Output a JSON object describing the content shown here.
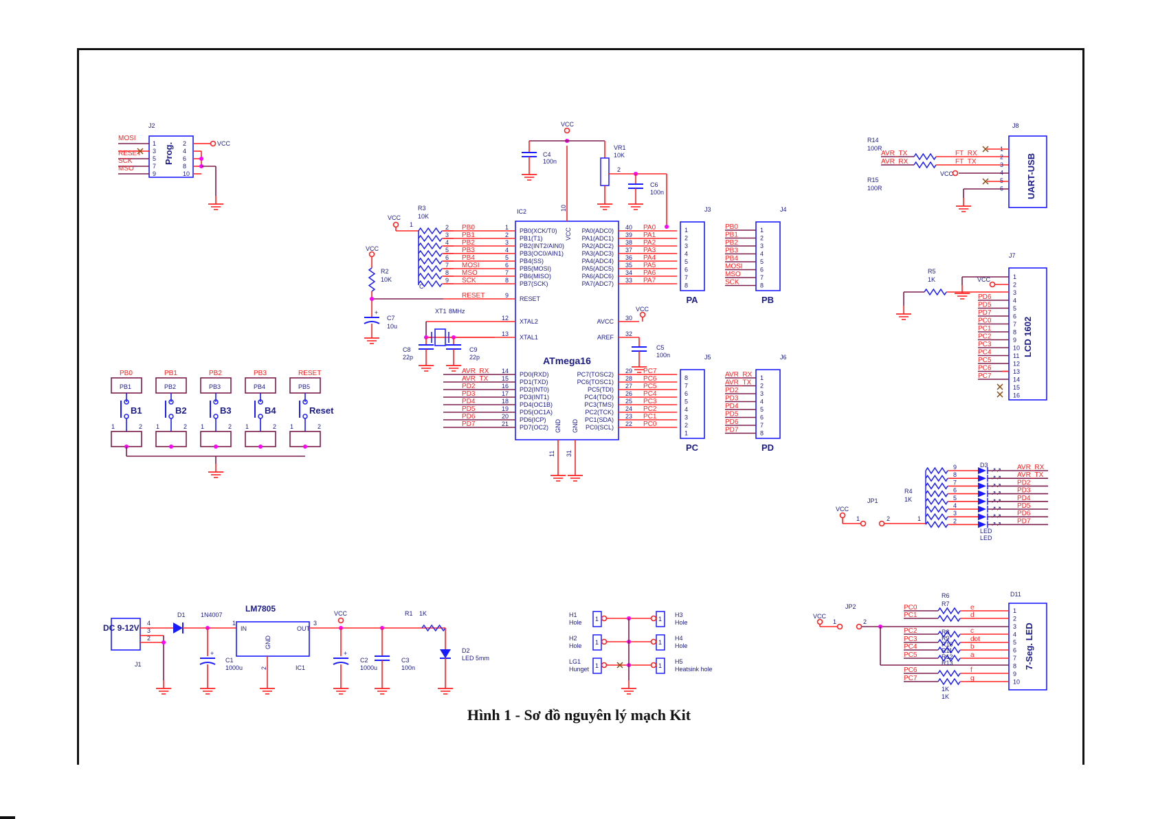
{
  "caption": "Hình 1 - Sơ đồ nguyên lý mạch Kit",
  "colors": {
    "wire": "#ff2020",
    "wire_dark": "#7a1a4a",
    "component": "#1a1aff",
    "label": "#1a1a8a",
    "junction": "#ff00ff",
    "frame": "#111111"
  },
  "prog": {
    "ref": "J2",
    "title": "Prog.",
    "left_pins": [
      "1",
      "3",
      "5",
      "7",
      "9"
    ],
    "right_pins": [
      "2",
      "4",
      "6",
      "8",
      "10"
    ],
    "left_nets": [
      "MOSI",
      "RESET",
      "SCK",
      "MSO"
    ],
    "vcc": "VCC"
  },
  "mcu": {
    "ref": "IC2",
    "title": "ATmega16",
    "vcc_pin": "10",
    "vcc_label": "VCC",
    "gnd_pins": [
      "11",
      "31"
    ],
    "gnd_label": "GND",
    "left": [
      {
        "pin": "1",
        "name": "PB0(XCK/T0)",
        "net": "PB0"
      },
      {
        "pin": "2",
        "name": "PB1(T1)",
        "net": "PB1"
      },
      {
        "pin": "3",
        "name": "PB2(INT2/AIN0)",
        "net": "PB2"
      },
      {
        "pin": "4",
        "name": "PB3(OC0/AIN1)",
        "net": "PB3"
      },
      {
        "pin": "5",
        "name": "PB4(SS)",
        "net": "PB4"
      },
      {
        "pin": "6",
        "name": "PB5(MOSI)",
        "net": "MOSI"
      },
      {
        "pin": "7",
        "name": "PB6(MISO)",
        "net": "MSO"
      },
      {
        "pin": "8",
        "name": "PB7(SCK)",
        "net": "SCK"
      },
      {
        "pin": "9",
        "name": "RESET",
        "net": "RESET"
      },
      {
        "pin": "12",
        "name": "XTAL2",
        "net": ""
      },
      {
        "pin": "13",
        "name": "XTAL1",
        "net": ""
      },
      {
        "pin": "14",
        "name": "PD0(RXD)",
        "net": "AVR_RX"
      },
      {
        "pin": "15",
        "name": "PD1(TXD)",
        "net": "AVR_TX"
      },
      {
        "pin": "16",
        "name": "PD2(INT0)",
        "net": "PD2"
      },
      {
        "pin": "17",
        "name": "PD3(INT1)",
        "net": "PD3"
      },
      {
        "pin": "18",
        "name": "PD4(OC1B)",
        "net": "PD4"
      },
      {
        "pin": "19",
        "name": "PD5(OC1A)",
        "net": "PD5"
      },
      {
        "pin": "20",
        "name": "PD6(ICP)",
        "net": "PD6"
      },
      {
        "pin": "21",
        "name": "PD7(OC2)",
        "net": "PD7"
      }
    ],
    "right": [
      {
        "pin": "40",
        "name": "PA0(ADC0)",
        "net": "PA0"
      },
      {
        "pin": "39",
        "name": "PA1(ADC1)",
        "net": "PA1"
      },
      {
        "pin": "38",
        "name": "PA2(ADC2)",
        "net": "PA2"
      },
      {
        "pin": "37",
        "name": "PA3(ADC3)",
        "net": "PA3"
      },
      {
        "pin": "36",
        "name": "PA4(ADC4)",
        "net": "PA4"
      },
      {
        "pin": "35",
        "name": "PA5(ADC5)",
        "net": "PA5"
      },
      {
        "pin": "34",
        "name": "PA6(ADC6)",
        "net": "PA6"
      },
      {
        "pin": "33",
        "name": "PA7(ADC7)",
        "net": "PA7"
      },
      {
        "pin": "30",
        "name": "AVCC",
        "net": "VCC"
      },
      {
        "pin": "32",
        "name": "AREF",
        "net": ""
      },
      {
        "pin": "29",
        "name": "PC7(TOSC2)",
        "net": "PC7"
      },
      {
        "pin": "28",
        "name": "PC6(TOSC1)",
        "net": "PC6"
      },
      {
        "pin": "27",
        "name": "PC5(TDI)",
        "net": "PC5"
      },
      {
        "pin": "26",
        "name": "PC4(TDO)",
        "net": "PC4"
      },
      {
        "pin": "25",
        "name": "PC3(TMS)",
        "net": "PC3"
      },
      {
        "pin": "24",
        "name": "PC2(TCK)",
        "net": "PC2"
      },
      {
        "pin": "23",
        "name": "PC1(SDA)",
        "net": "PC1"
      },
      {
        "pin": "22",
        "name": "PC0(SCL)",
        "net": "PC0"
      }
    ]
  },
  "passives": {
    "r3": {
      "ref": "R3",
      "value": "10K"
    },
    "r2": {
      "ref": "R2",
      "value": "10K"
    },
    "c7": {
      "ref": "C7",
      "value": "10u"
    },
    "c4": {
      "ref": "C4",
      "value": "100n"
    },
    "vr1": {
      "ref": "VR1",
      "value": "10K"
    },
    "c6": {
      "ref": "C6",
      "value": "100n"
    },
    "c5": {
      "ref": "C5",
      "value": "100n"
    },
    "xt1": {
      "ref": "XT1",
      "value": "8MHz"
    },
    "c8": {
      "ref": "C8",
      "value": "22p"
    },
    "c9": {
      "ref": "C9",
      "value": "22p"
    },
    "vcc": "VCC"
  },
  "headers": [
    {
      "ref": "J3",
      "title": "PA",
      "nets": [
        "PA0",
        "PA1",
        "PA2",
        "PA3",
        "PA4",
        "PA5",
        "PA6",
        "PA7"
      ],
      "pins": [
        "1",
        "2",
        "3",
        "4",
        "5",
        "6",
        "7",
        "8"
      ]
    },
    {
      "ref": "J4",
      "title": "PB",
      "nets": [
        "PB0",
        "PB1",
        "PB2",
        "PB3",
        "PB4",
        "MOSI",
        "MSO",
        "SCK"
      ],
      "pins": [
        "1",
        "2",
        "3",
        "4",
        "5",
        "6",
        "7",
        "8"
      ]
    },
    {
      "ref": "J5",
      "title": "PC",
      "nets": [
        "PC7",
        "PC6",
        "PC5",
        "PC4",
        "PC3",
        "PC2",
        "PC1",
        "PC0"
      ],
      "pins": [
        "8",
        "7",
        "6",
        "5",
        "4",
        "3",
        "2",
        "1"
      ]
    },
    {
      "ref": "J6",
      "title": "PD",
      "nets": [
        "AVR_RX",
        "AVR_TX",
        "PD2",
        "PD3",
        "PD4",
        "PD5",
        "PD6",
        "PD7"
      ],
      "pins": [
        "1",
        "2",
        "3",
        "4",
        "5",
        "6",
        "7",
        "8"
      ]
    }
  ],
  "buttons": [
    {
      "net": "PB0",
      "ref": "PB1",
      "label": "B1"
    },
    {
      "net": "PB1",
      "ref": "PB2",
      "label": "B2"
    },
    {
      "net": "PB2",
      "ref": "PB3",
      "label": "B3"
    },
    {
      "net": "PB3",
      "ref": "PB4",
      "label": "B4"
    },
    {
      "net": "RESET",
      "ref": "PB5",
      "label": "Reset"
    }
  ],
  "uart": {
    "ref": "J8",
    "title": "UART-USB",
    "r14": {
      "ref": "R14",
      "value": "100R"
    },
    "r15": {
      "ref": "R15",
      "value": "100R"
    },
    "in_nets": [
      "AVR_TX",
      "AVR_RX"
    ],
    "out_nets": [
      "FT_RX",
      "FT_TX"
    ],
    "pins": [
      "1",
      "2",
      "3",
      "4",
      "5",
      "6"
    ],
    "vcc": "VCC"
  },
  "lcd": {
    "ref": "J7",
    "title": "LCD 1602",
    "r5": {
      "ref": "R5",
      "value": "1K"
    },
    "vcc": "VCC",
    "nets": [
      "PD6",
      "PD5",
      "PD7",
      "PC0",
      "PC1",
      "PC2",
      "PC3",
      "PC4",
      "PC5",
      "PC6",
      "PC7"
    ],
    "pins": [
      "1",
      "2",
      "3",
      "4",
      "5",
      "6",
      "7",
      "8",
      "9",
      "10",
      "11",
      "12",
      "13",
      "14",
      "15",
      "16"
    ]
  },
  "leds": {
    "ref": "D3",
    "type": "LED",
    "r4": {
      "ref": "R4",
      "value": "1K"
    },
    "jp": "JP1",
    "vcc": "VCC",
    "rpins": [
      "9",
      "8",
      "7",
      "6",
      "5",
      "4",
      "3",
      "2"
    ],
    "nets": [
      "AVR_RX",
      "AVR_TX",
      "PD2",
      "PD3",
      "PD4",
      "PD5",
      "PD6",
      "PD7"
    ]
  },
  "seg": {
    "ref": "D11",
    "title": "7-Seg. LED",
    "jp": "JP2",
    "vcc": "VCC",
    "res": [
      "R6",
      "R7",
      "R8",
      "R9",
      "R10",
      "R11",
      "R12",
      "R13"
    ],
    "res_value": "1K",
    "nets": [
      "PC0",
      "PC1",
      "PC2",
      "PC3",
      "PC4",
      "PC5",
      "PC6",
      "PC7"
    ],
    "segs": [
      "e",
      "d",
      "c",
      "dot",
      "b",
      "a",
      "f",
      "g"
    ],
    "pins": [
      "1",
      "2",
      "3",
      "4",
      "5",
      "6",
      "7",
      "8",
      "9",
      "10"
    ]
  },
  "power": {
    "jack": "DC 9-12V",
    "jack_ref": "J1",
    "jack_pins": [
      "4",
      "3",
      "2"
    ],
    "diode": "D1",
    "diode_value": "1N4007",
    "reg": "LM7805",
    "reg_ref": "IC1",
    "reg_in": "IN",
    "reg_out": "OUT",
    "reg_gnd": "GND",
    "reg_pins": [
      "1",
      "3",
      "2"
    ],
    "c1": {
      "ref": "C1",
      "value": "1000u"
    },
    "c2": {
      "ref": "C2",
      "value": "1000u"
    },
    "c3": {
      "ref": "C3",
      "value": "100n"
    },
    "r1": {
      "ref": "R1",
      "value": "1K"
    },
    "d2": {
      "ref": "D2",
      "value": "LED 5mm"
    },
    "vcc": "VCC"
  },
  "holes": [
    {
      "ref": "H1",
      "value": "Hole"
    },
    {
      "ref": "H2",
      "value": "Hole"
    },
    {
      "ref": "LG1",
      "value": "Hunget"
    },
    {
      "ref": "H3",
      "value": "Hole"
    },
    {
      "ref": "H4",
      "value": "Hole"
    },
    {
      "ref": "H5",
      "value": "Heatsink hole"
    }
  ]
}
